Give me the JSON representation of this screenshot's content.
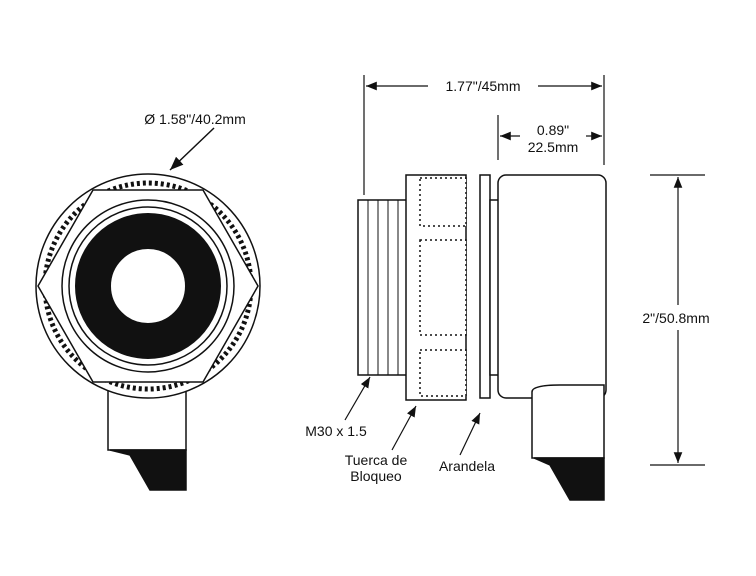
{
  "labels": {
    "diameter": "Ø 1.58\"/40.2mm",
    "overall_length": "1.77\"/45mm",
    "body_length_in": "0.89\"",
    "body_length_mm": "22.5mm",
    "height": "2\"/50.8mm",
    "thread": "M30 x 1.5",
    "locknut_line1": "Tuerca de",
    "locknut_line2": "Bloqueo",
    "washer": "Arandela"
  },
  "colors": {
    "line": "#111111",
    "background": "#ffffff"
  }
}
